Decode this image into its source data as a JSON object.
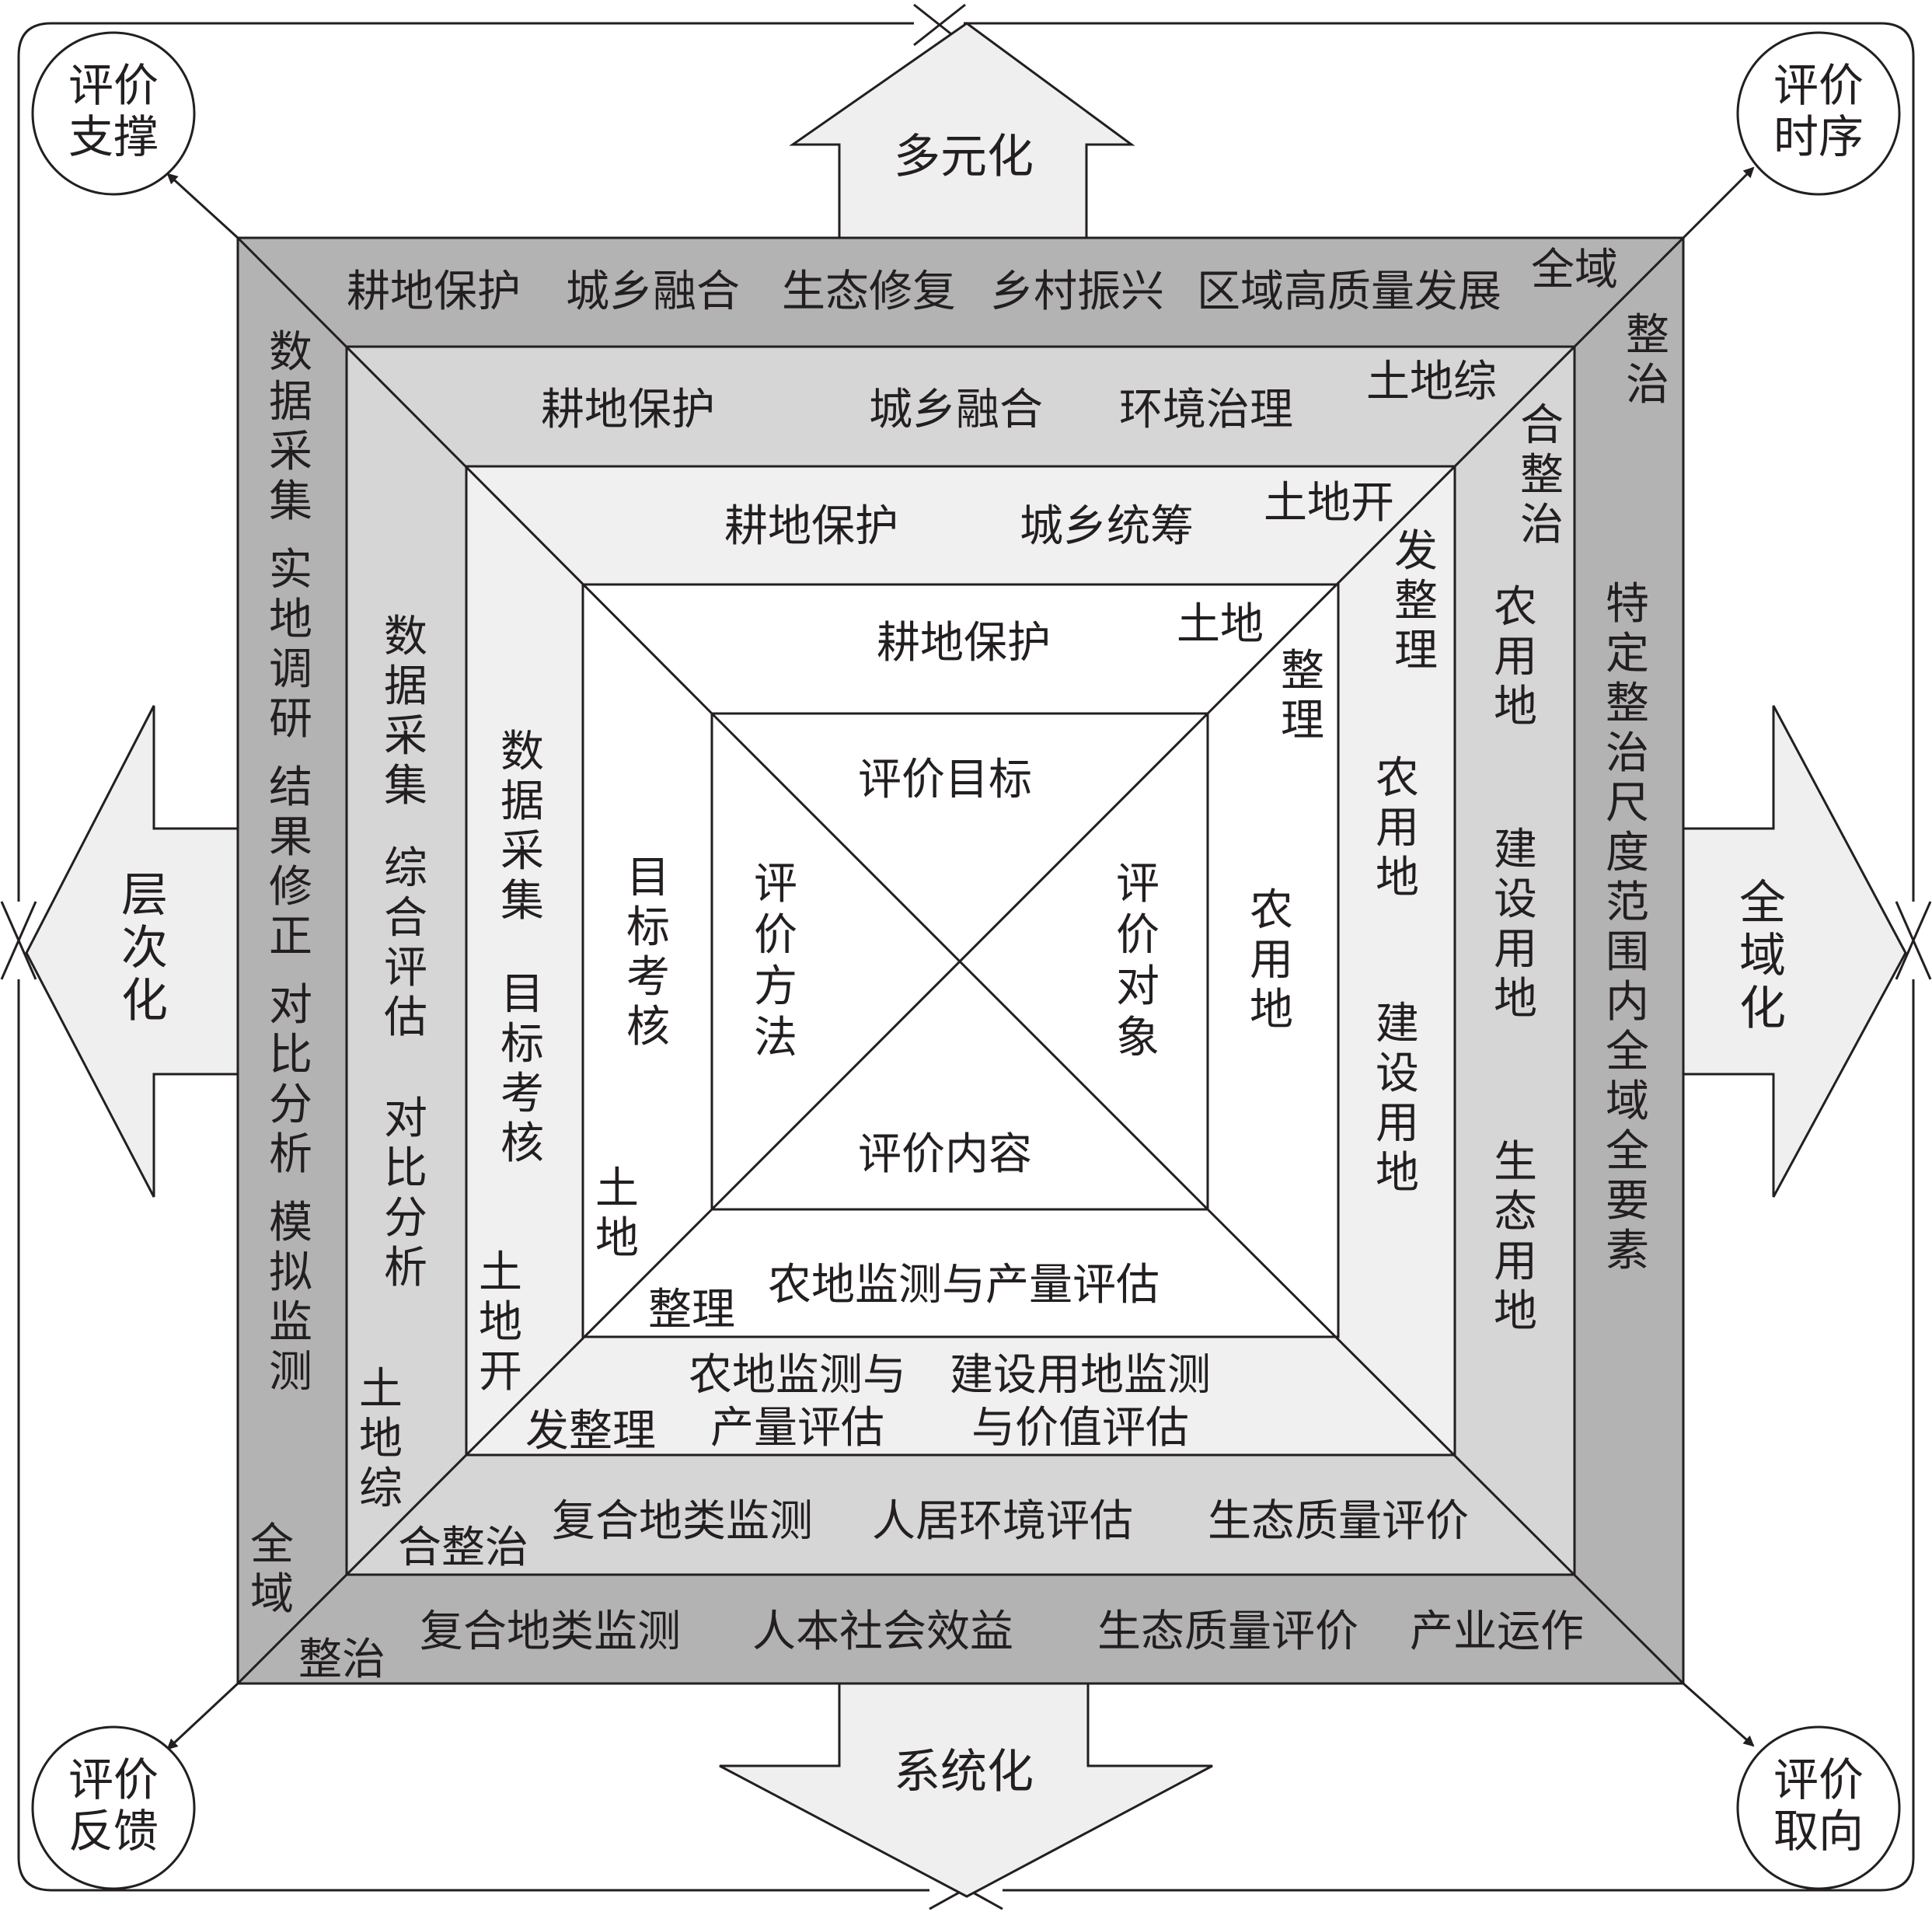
{
  "colors": {
    "outer_ring": "#b3b3b3",
    "second_ring": "#d6d6d6",
    "third_ring": "#f0f0f0",
    "inner_ring": "#ffffff",
    "arrows": "#efefef",
    "line": "#231f20"
  },
  "corners": {
    "top_left": [
      "评价",
      "支撑"
    ],
    "top_right": [
      "评价",
      "时序"
    ],
    "bottom_left": [
      "评价",
      "反馈"
    ],
    "bottom_right": [
      "评价",
      "取向"
    ]
  },
  "arrows": {
    "top": "多元化",
    "bottom": "系统化",
    "left": [
      "层",
      "次",
      "化"
    ],
    "right": [
      "全",
      "域",
      "化"
    ]
  },
  "ring1": {
    "label_top": "全域",
    "label_right": [
      "整",
      "治"
    ],
    "label_bottom": "整治",
    "label_left": [
      "全",
      "域"
    ],
    "top_items": [
      "耕地保护",
      "城乡融合",
      "生态修复",
      "乡村振兴",
      "区域高质量发展"
    ],
    "bottom_items": [
      "复合地类监测",
      "人本社会效益",
      "生态质量评价",
      "产业运作"
    ],
    "right_text": [
      "特",
      "定",
      "整",
      "治",
      "尺",
      "度",
      "范",
      "围",
      "内",
      "全",
      "域",
      "全",
      "要",
      "素"
    ],
    "left_text": [
      "数",
      "据",
      "采",
      "集",
      "实",
      "地",
      "调",
      "研",
      "结",
      "果",
      "修",
      "正",
      "对",
      "比",
      "分",
      "析",
      "模",
      "拟",
      "监",
      "测"
    ]
  },
  "ring2": {
    "label_top": "土地综",
    "label_right": [
      "合",
      "整",
      "治"
    ],
    "label_bottom": "合整治",
    "label_left": [
      "土",
      "地",
      "综"
    ],
    "top_items": [
      "耕地保护",
      "城乡融合",
      "环境治理"
    ],
    "bottom_items": [
      "复合地类监测",
      "人居环境评估",
      "生态质量评价"
    ],
    "right_col1": [
      "农",
      "用",
      "地"
    ],
    "right_col2": [
      "建",
      "设",
      "用",
      "地"
    ],
    "right_col3": [
      "生",
      "态",
      "用",
      "地"
    ],
    "left_col1": [
      "数",
      "据",
      "采",
      "集"
    ],
    "left_col2": [
      "综",
      "合",
      "评",
      "估"
    ],
    "left_col3": [
      "对",
      "比",
      "分",
      "析"
    ]
  },
  "ring3": {
    "label_top": "土地开",
    "label_right": [
      "发",
      "整",
      "理"
    ],
    "label_bottom": "发整理",
    "label_left": [
      "土",
      "地",
      "开"
    ],
    "top_items": [
      "耕地保护",
      "城乡统筹"
    ],
    "bottom_items_line1": [
      "农地监测与",
      "建设用地监测"
    ],
    "bottom_items_line2": [
      "产量评估",
      "与价值评估"
    ],
    "right_col1": [
      "农",
      "用",
      "地"
    ],
    "right_col2": [
      "建",
      "设",
      "用",
      "地"
    ],
    "left_col1": [
      "数",
      "据",
      "采",
      "集"
    ],
    "left_col2": [
      "目",
      "标",
      "考",
      "核"
    ]
  },
  "ring4": {
    "label_top": "土地",
    "label_right": [
      "整",
      "理"
    ],
    "label_bottom": "整理",
    "label_left": [
      "土",
      "地"
    ],
    "top_items": [
      "耕地保护"
    ],
    "bottom_items": [
      "农地监测与产量评估"
    ],
    "right_col1": [
      "农",
      "用",
      "地"
    ],
    "left_col1": [
      "目",
      "标",
      "考",
      "核"
    ]
  },
  "core": {
    "top": "评价目标",
    "bottom": "评价内容",
    "left": [
      "评",
      "价",
      "方",
      "法"
    ],
    "right": [
      "评",
      "价",
      "对",
      "象"
    ]
  }
}
